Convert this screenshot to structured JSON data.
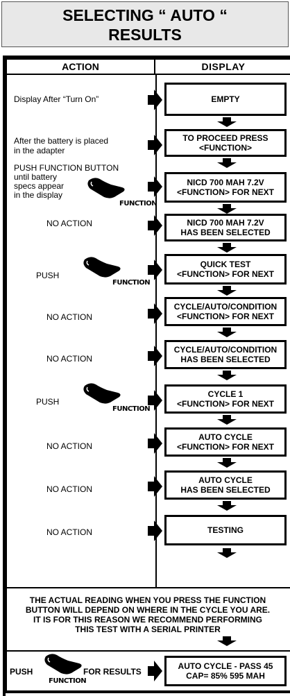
{
  "title": {
    "line1": "SELECTING “ AUTO “",
    "line2": "RESULTS"
  },
  "headers": {
    "action": "ACTION",
    "display": "DISPLAY"
  },
  "rows": [
    {
      "action": "Display After “Turn On”",
      "display": [
        "EMPTY"
      ]
    },
    {
      "action": [
        "After the battery is placed",
        "in the adapter"
      ],
      "display": [
        "TO PROCEED PRESS",
        "<FUNCTION>"
      ]
    },
    {
      "action": [
        "PUSH FUNCTION BUTTON",
        "until battery",
        "specs appear",
        "in the display"
      ],
      "display": [
        "NICD 700 MAH 7.2V",
        "<FUNCTION> FOR NEXT"
      ]
    },
    {
      "action": "NO ACTION",
      "display": [
        "NICD 700 MAH 7.2V",
        "HAS BEEN SELECTED"
      ]
    },
    {
      "action": "PUSH",
      "display": [
        "QUICK TEST",
        "<FUNCTION> FOR NEXT"
      ]
    },
    {
      "action": "NO ACTION",
      "display": [
        "CYCLE/AUTO/CONDITION",
        "<FUNCTION> FOR NEXT"
      ]
    },
    {
      "action": "NO ACTION",
      "display": [
        "CYCLE/AUTO/CONDITION",
        "HAS BEEN SELECTED"
      ]
    },
    {
      "action": "PUSH",
      "display": [
        "CYCLE 1",
        "<FUNCTION> FOR NEXT"
      ]
    },
    {
      "action": "NO ACTION",
      "display": [
        "AUTO CYCLE",
        "<FUNCTION> FOR NEXT"
      ]
    },
    {
      "action": "NO ACTION",
      "display": [
        "AUTO CYCLE",
        "HAS BEEN SELECTED"
      ]
    },
    {
      "action": "NO ACTION",
      "display": [
        "TESTING"
      ]
    }
  ],
  "hand_label": "FUNCTION",
  "note": [
    "THE ACTUAL READING WHEN YOU PRESS THE FUNCTION",
    "BUTTON WILL DEPEND ON WHERE IN THE CYCLE YOU ARE.",
    "IT IS FOR THIS REASON WE RECOMMEND PERFORMING",
    "THIS TEST WITH A SERIAL PRINTER"
  ],
  "final": {
    "push": "PUSH",
    "for_results": "FOR RESULTS",
    "display": [
      "AUTO CYCLE - PASS 45",
      "CAP= 85%  595  MAH"
    ]
  }
}
